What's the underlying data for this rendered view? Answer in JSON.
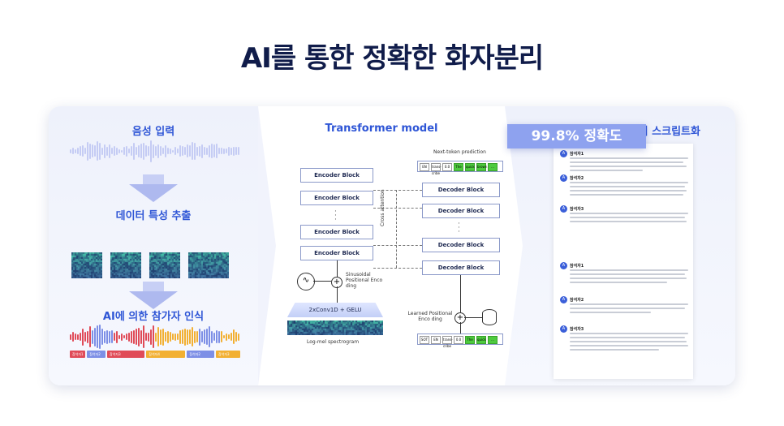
{
  "title": "AI를 통한 정확한 화자분리",
  "panel1": {
    "title": "음성 입력",
    "step2": "데이터 특성 추출",
    "step3": "AI에 의한 참가자 인식",
    "speakers": [
      "참석자1",
      "참석자2",
      "참석자3",
      "참석자4",
      "참석자2",
      "참석자3"
    ]
  },
  "panel2": {
    "title": "Transformer model",
    "next_token": "Next-token prediction",
    "encoder_label": "Encoder Block",
    "decoder_label": "Decoder Block",
    "cross_attention": "Cross attention",
    "sinusoidal": "Sinusoidal Positional Enco ding",
    "conv": "2xConv1D + GELU",
    "logmel": "Log-mel spectrogram",
    "learned": "Learned Positional Enco ding",
    "top_tokens": [
      "EN",
      "trans-cribe",
      "0.0",
      "The",
      "quick",
      "brown",
      "..."
    ],
    "bottom_tokens": [
      "SOT",
      "EN",
      "trans-cribe",
      "0.0",
      "The",
      "quick",
      "..."
    ]
  },
  "panel3": {
    "title": "다국어, 맥락을 파악하여 스크립트화",
    "accuracy": "99.8% 정확도",
    "entries": [
      "참석자1",
      "참석자2",
      "참석자3",
      "참석자1",
      "참석자2",
      "참석자3"
    ],
    "avatar_letter": "A"
  },
  "colors": {
    "accent": "#2f56d6",
    "title": "#101c4a",
    "highlight": "#8ea2ef"
  }
}
